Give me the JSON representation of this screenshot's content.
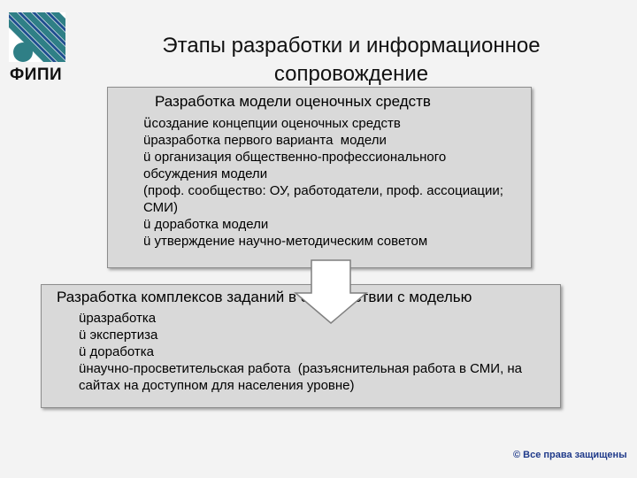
{
  "logo": {
    "caption": "ФИПИ"
  },
  "title": {
    "line1": "Этапы разработки и информационное",
    "line2": "сопровождение"
  },
  "stage1": {
    "heading": "Разработка модели оценочных средств",
    "items": [
      "создание концепции оценочных средств",
      "разработка первого варианта  модели",
      " организация общественно-профессионального обсуждения модели\n(проф. сообщество: ОУ, работодатели, проф. ассоциации; СМИ)",
      " доработка модели",
      " утверждение научно-методическим советом"
    ]
  },
  "stage2": {
    "heading": "Разработка комплексов заданий в соответствии с моделью",
    "items": [
      "разработка",
      " экспертиза",
      " доработка",
      "научно-просветительская работа  (разъяснительная работа в СМИ, на сайтах на доступном для населения уровне)"
    ]
  },
  "check_mark": "ü",
  "footer": {
    "copyright": "© Все права защищены"
  },
  "colors": {
    "background": "#f3f3f3",
    "box_fill": "#d9d9d9",
    "logo_teal": "#2f7f86",
    "logo_blue": "#1f4e8f",
    "copyright_blue": "#1f3a8a"
  }
}
